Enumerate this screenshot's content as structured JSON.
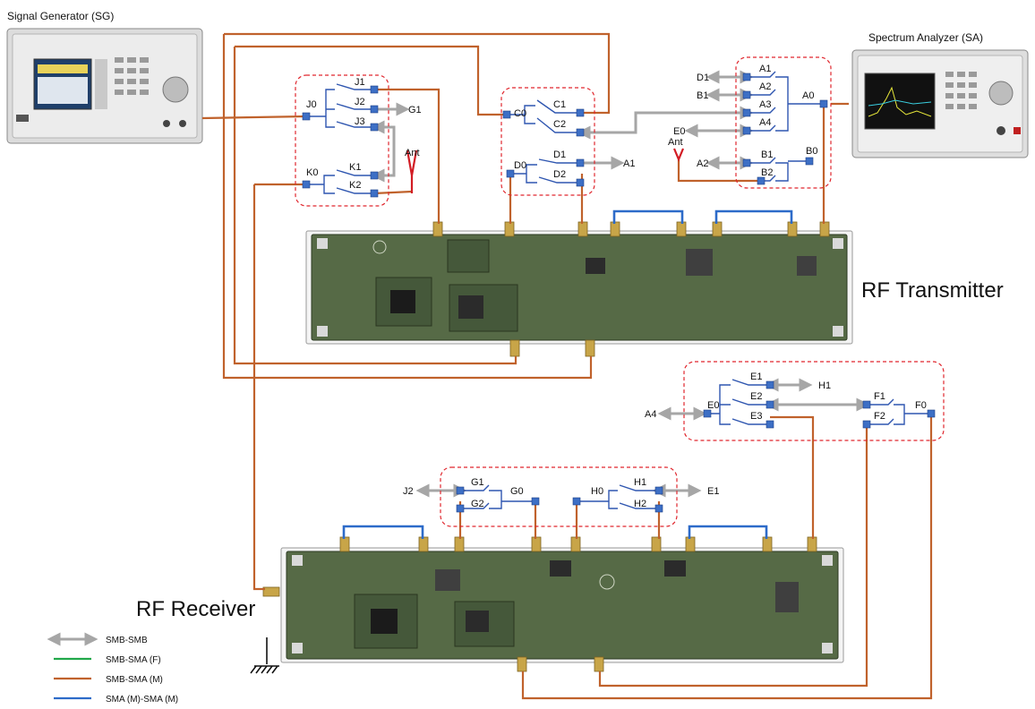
{
  "instruments": {
    "signal_generator": "Signal Generator (SG)",
    "spectrum_analyzer": "Spectrum Analyzer (SA)"
  },
  "boards": {
    "transmitter": "RF Transmitter",
    "receiver": "RF Receiver"
  },
  "switch_labels": {
    "J0": "J0",
    "J1": "J1",
    "J2": "J2",
    "J3": "J3",
    "G1_out": "G1",
    "K0": "K0",
    "K1": "K1",
    "K2": "K2",
    "Ant1": "Ant",
    "C0": "C0",
    "C1": "C1",
    "C2": "C2",
    "D0": "D0",
    "D1": "D1",
    "D2": "D2",
    "A1_out": "A1",
    "D1_in": "D1",
    "B1_in": "B1",
    "E0_in": "E0",
    "A2_in": "A2",
    "A1": "A1",
    "A2": "A2",
    "A3": "A3",
    "A4": "A4",
    "A0": "A0",
    "B1": "B1",
    "B2": "B2",
    "B0": "B0",
    "Ant2": "Ant",
    "A4_in": "A4",
    "E0": "E0",
    "E1": "E1",
    "E2": "E2",
    "E3": "E3",
    "H1_out": "H1",
    "F1": "F1",
    "F2": "F2",
    "F0": "F0",
    "J2_in": "J2",
    "G1": "G1",
    "G2": "G2",
    "G0": "G0",
    "H0": "H0",
    "H1": "H1",
    "H2": "H2",
    "E1_out": "E1"
  },
  "legend": [
    {
      "label": "SMB-SMB",
      "kind": "gray-arrow",
      "color": "#a6a6a6"
    },
    {
      "label": "SMB-SMA (F)",
      "kind": "line",
      "color": "#21a84a"
    },
    {
      "label": "SMB-SMA (M)",
      "kind": "line",
      "color": "#c0622c"
    },
    {
      "label": "SMA (M)-SMA (M)",
      "kind": "line",
      "color": "#2d6bc9"
    }
  ],
  "colors": {
    "smb_smb": "#a6a6a6",
    "smb_sma_f": "#21a84a",
    "smb_sma_m": "#c0622c",
    "sma_sma": "#2d6bc9",
    "switch_box": "#e0262d"
  }
}
